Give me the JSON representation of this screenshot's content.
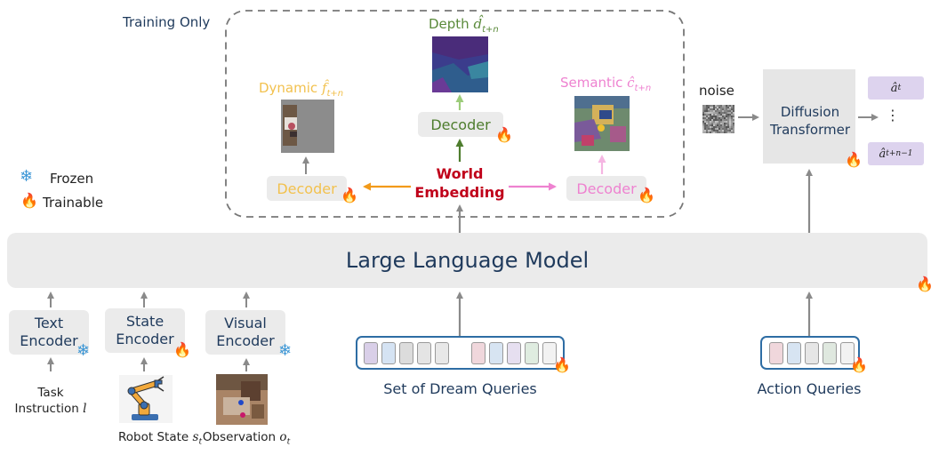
{
  "training_only": "Training Only",
  "legend": {
    "frozen": "Frozen",
    "trainable": "Trainable"
  },
  "llm": "Large Language Model",
  "encoders": {
    "text": [
      "Text",
      "Encoder"
    ],
    "state": [
      "State",
      "Encoder"
    ],
    "visual": [
      "Visual",
      "Encoder"
    ]
  },
  "inputs": {
    "task": [
      "Task",
      "Instruction"
    ],
    "task_symbol": "l",
    "robot_state": "Robot State",
    "robot_state_symbol": "s",
    "robot_state_sub": "t",
    "observation": "Observation",
    "observation_symbol": "o",
    "observation_sub": "t"
  },
  "queries": {
    "dream": "Set of Dream Queries",
    "action": "Action Queries"
  },
  "world_embedding": [
    "World",
    "Embedding"
  ],
  "decoder": "Decoder",
  "heads": {
    "dynamic": "Dynamic",
    "dynamic_symbol": "f̂",
    "depth": "Depth",
    "depth_symbol": "d̂",
    "semantic": "Semantic",
    "semantic_symbol": "ĉ",
    "sub": "t+n"
  },
  "noise": "noise",
  "diffusion": [
    "Diffusion",
    "Transformer"
  ],
  "outputs": {
    "first": "â",
    "first_sub": "t",
    "dots": "⋮",
    "last": "â",
    "last_sub": "t+n−1"
  },
  "colors": {
    "dynamic": "#f2c14e",
    "depth": "#5a8a3a",
    "semantic": "#ee82d0",
    "world": "#c0001a",
    "accent": "#2e6da4",
    "text_dark": "#1f3a5c"
  },
  "dream_token_colors": [
    "#d9cfe8",
    "#d5e3f3",
    "#dcdcdc",
    "#e4e4e4",
    "#e8e8e8",
    "#f0d7dc",
    "#d7e4f2",
    "#e6dff0",
    "#dfece0",
    "#f2f2f2"
  ],
  "action_token_colors": [
    "#f0d7dc",
    "#d7e4f2",
    "#e6e6e6",
    "#dfe8df",
    "#f2f2f2"
  ],
  "icons": {
    "snowflake": "❄",
    "flame": "🔥"
  }
}
